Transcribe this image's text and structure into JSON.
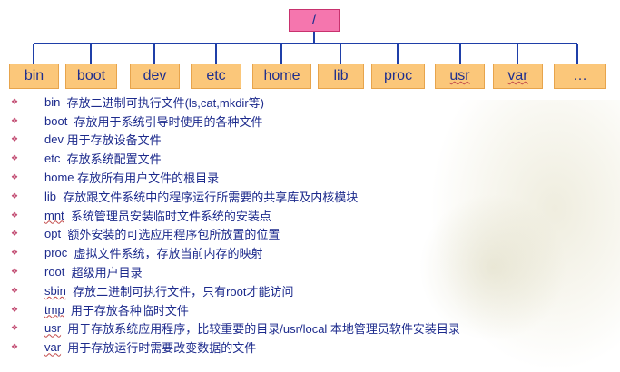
{
  "tree": {
    "root": "/",
    "children": [
      "bin",
      "boot",
      "dev",
      "etc",
      "home",
      "lib",
      "proc",
      "usr",
      "var",
      "…"
    ]
  },
  "descriptions": [
    {
      "name": "bin",
      "text": "存放二进制可执行文件(ls,cat,mkdir等)"
    },
    {
      "name": "boot",
      "text": "存放用于系统引导时使用的各种文件"
    },
    {
      "name": "dev",
      "text": "用于存放设备文件"
    },
    {
      "name": "etc",
      "text": "存放系统配置文件"
    },
    {
      "name": "home",
      "text": "存放所有用户文件的根目录"
    },
    {
      "name": "lib",
      "text": "存放跟文件系统中的程序运行所需要的共享库及内核模块"
    },
    {
      "name": "mnt",
      "text": "系统管理员安装临时文件系统的安装点"
    },
    {
      "name": "opt",
      "text": "额外安装的可选应用程序包所放置的位置"
    },
    {
      "name": "proc",
      "text": "虚拟文件系统，存放当前内存的映射"
    },
    {
      "name": "root",
      "text": "超级用户目录"
    },
    {
      "name": "sbin",
      "text": "存放二进制可执行文件，只有root才能访问"
    },
    {
      "name": "tmp",
      "text": "用于存放各种临时文件"
    },
    {
      "name": "usr",
      "text": "用于存放系统应用程序，比较重要的目录/usr/local 本地管理员软件安装目录"
    },
    {
      "name": "var",
      "text": "用于存放运行时需要改变数据的文件"
    }
  ],
  "colors": {
    "root_fill": "#f576ae",
    "node_fill": "#fbc77a",
    "connector": "#1f3fa8",
    "text": "#1c2a8c",
    "bullet": "#c0476e"
  },
  "bullet_glyph": "❖"
}
